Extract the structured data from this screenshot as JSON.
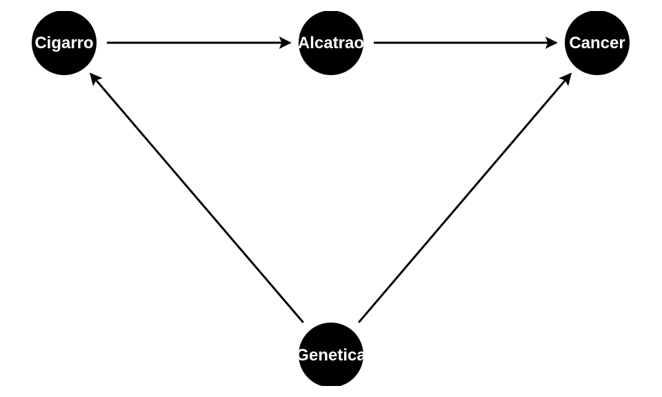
{
  "diagram": {
    "type": "directed-acyclic-graph",
    "node_color": "#000000",
    "label_color": "#ffffff",
    "edge_color": "#000000",
    "nodes": [
      {
        "id": "cigarro",
        "label": "Cigarro"
      },
      {
        "id": "alcatrao",
        "label": "Alcatrao"
      },
      {
        "id": "cancer",
        "label": "Cancer"
      },
      {
        "id": "genetica",
        "label": "Genetica"
      }
    ],
    "edges": [
      {
        "from": "cigarro",
        "to": "alcatrao"
      },
      {
        "from": "alcatrao",
        "to": "cancer"
      },
      {
        "from": "genetica",
        "to": "cigarro"
      },
      {
        "from": "genetica",
        "to": "cancer"
      }
    ]
  }
}
